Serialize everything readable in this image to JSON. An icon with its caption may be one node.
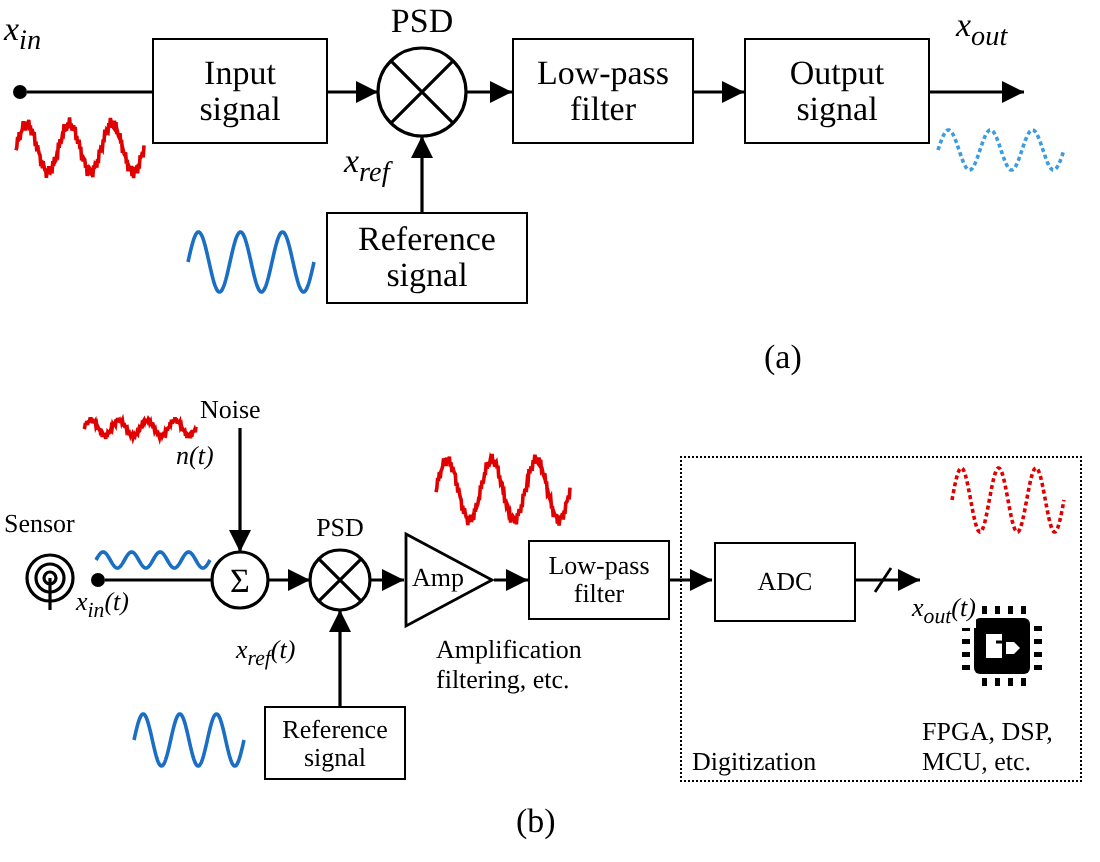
{
  "diagram": {
    "nodes": [
      {
        "text": [
          "Input signal"
        ]
      },
      {
        "text": [
          "PSD"
        ]
      },
      {
        "text": [
          "Low-pass filter"
        ]
      },
      {
        "text": [
          "Output signal"
        ]
      },
      {
        "text": [
          "Reference signal"
        ]
      },
      {
        "text": [
          "x$_{in}$"
        ]
      },
      {
        "text": [
          "Sensor"
        ]
      },
      {
        "text": [
          "x$_{in}$(t)"
        ]
      },
      {
        "text": [
          "Σ"
        ]
      },
      {
        "text": [
          "PSD"
        ]
      },
      {
        "text": [
          "Amp"
        ],
        "beside": [
          "Amplification filtering, etc."
        ]
      },
      {
        "text": [
          "Low-pass filter"
        ]
      },
      {
        "text": [
          "Reference signal"
        ]
      },
      {
        "text": [
          "Digitization"
        ]
      },
      {
        "text": [
          "ADC"
        ],
        "in": 13
      },
      {
        "text": [
          "FPGA, DSP, MCU, etc."
        ],
        "in": 13
      },
      {
        "text": [
          "Noise"
        ]
      }
    ],
    "edges": [
      {
        "from": 5,
        "to": 0,
        "arrow": "none"
      },
      {
        "from": 0,
        "to": 1,
        "arrow": "to"
      },
      {
        "from": 1,
        "to": 2,
        "arrow": "to"
      },
      {
        "from": 2,
        "to": 3,
        "arrow": "to"
      },
      {
        "from": 3,
        "to": null,
        "arrow": "to",
        "label": "x$_{out}$"
      },
      {
        "from": 4,
        "to": 1,
        "arrow": "to",
        "label": "x$_{ref}$"
      },
      {
        "from": 7,
        "to": 8,
        "arrow": "none"
      },
      {
        "from": 16,
        "to": 8,
        "arrow": "to",
        "label": "n(t)"
      },
      {
        "from": 8,
        "to": 9,
        "arrow": "to"
      },
      {
        "from": 9,
        "to": 10,
        "arrow": "to"
      },
      {
        "from": 10,
        "to": 11,
        "arrow": "to"
      },
      {
        "from": 11,
        "to": 14,
        "arrow": "to"
      },
      {
        "from": 14,
        "to": 15,
        "arrow": "to",
        "label": "x$_{out}$(t)"
      },
      {
        "from": 12,
        "to": 9,
        "arrow": "to",
        "label": "x$_{ref}$(t)"
      }
    ],
    "labels": [
      "(a)",
      "(b)"
    ]
  }
}
